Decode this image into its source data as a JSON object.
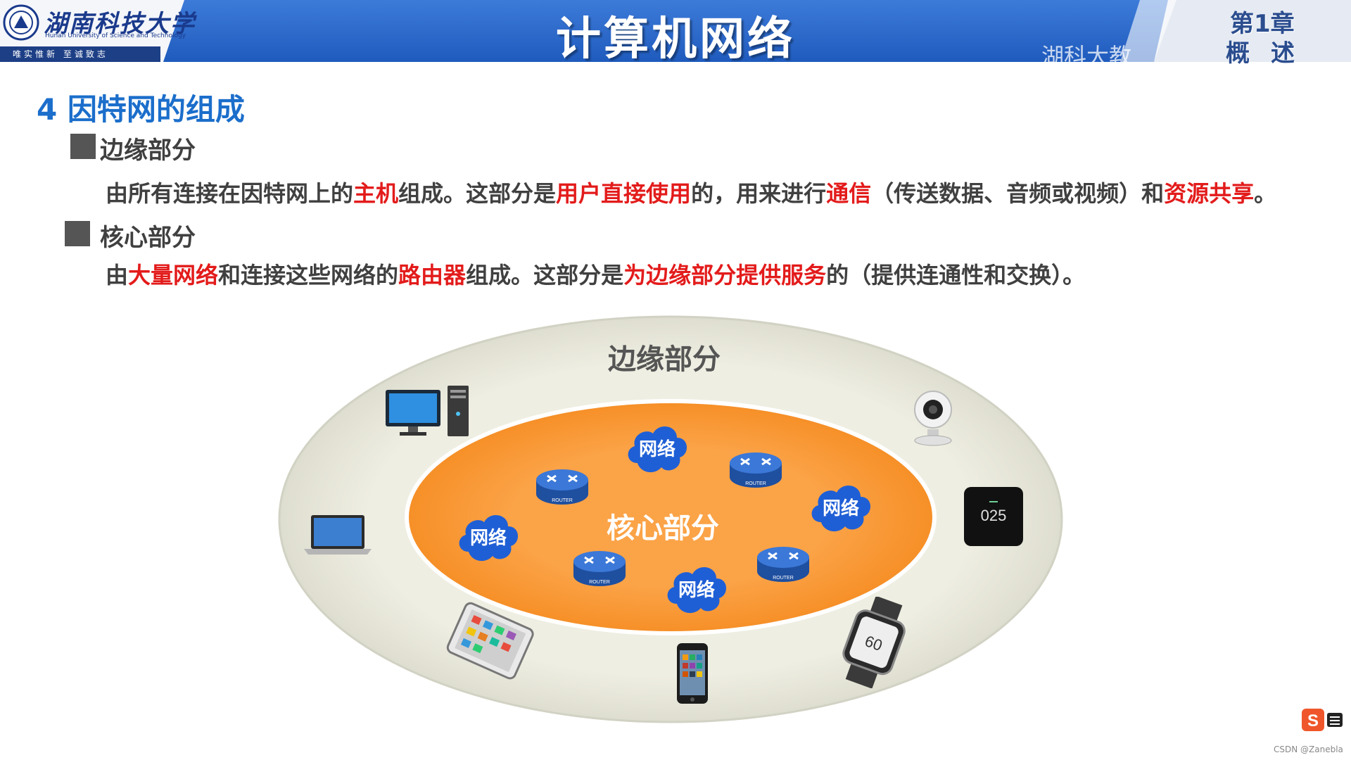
{
  "header": {
    "university_cn": "湖南科技大学",
    "university_en": "Hunan University of Science and Technology",
    "motto": "唯实惟新 至诚致志",
    "title": "计算机网络",
    "watermark": "湖科大教",
    "chapter": "第1章",
    "chapter_sub": "概述"
  },
  "section": {
    "title": "4 因特网的组成",
    "edge": {
      "heading": "边缘部分",
      "text_segments": [
        {
          "t": "由所有连接在因特网上的",
          "red": false
        },
        {
          "t": "主机",
          "red": true
        },
        {
          "t": "组成。这部分是",
          "red": false
        },
        {
          "t": "用户直接使用",
          "red": true
        },
        {
          "t": "的，用来进行",
          "red": false
        },
        {
          "t": "通信",
          "red": true
        },
        {
          "t": "（传送数据、音频或视频）和",
          "red": false
        },
        {
          "t": "资源共享",
          "red": true
        },
        {
          "t": "。",
          "red": false
        }
      ]
    },
    "core": {
      "heading": "核心部分",
      "text_segments": [
        {
          "t": "由",
          "red": false
        },
        {
          "t": "大量网络",
          "red": true
        },
        {
          "t": "和连接这些网络的",
          "red": false
        },
        {
          "t": "路由器",
          "red": true
        },
        {
          "t": "组成。这部分是",
          "red": false
        },
        {
          "t": "为边缘部分提供服务",
          "red": true
        },
        {
          "t": "的（提供连通性和交换）。",
          "red": false
        }
      ]
    }
  },
  "diagram": {
    "edge_label": "边缘部分",
    "core_label": "核心部分",
    "network_label": "网络",
    "router_label": "ROUTER",
    "sensor_reading": "025",
    "watch_reading": "60",
    "colors": {
      "outer": "#ecebdc",
      "core": "#f99f3d",
      "cloud": "#1f5fd6",
      "router": "#2c63c4"
    }
  },
  "footer": {
    "credit": "CSDN @Zanebla",
    "ime_label": "S"
  }
}
